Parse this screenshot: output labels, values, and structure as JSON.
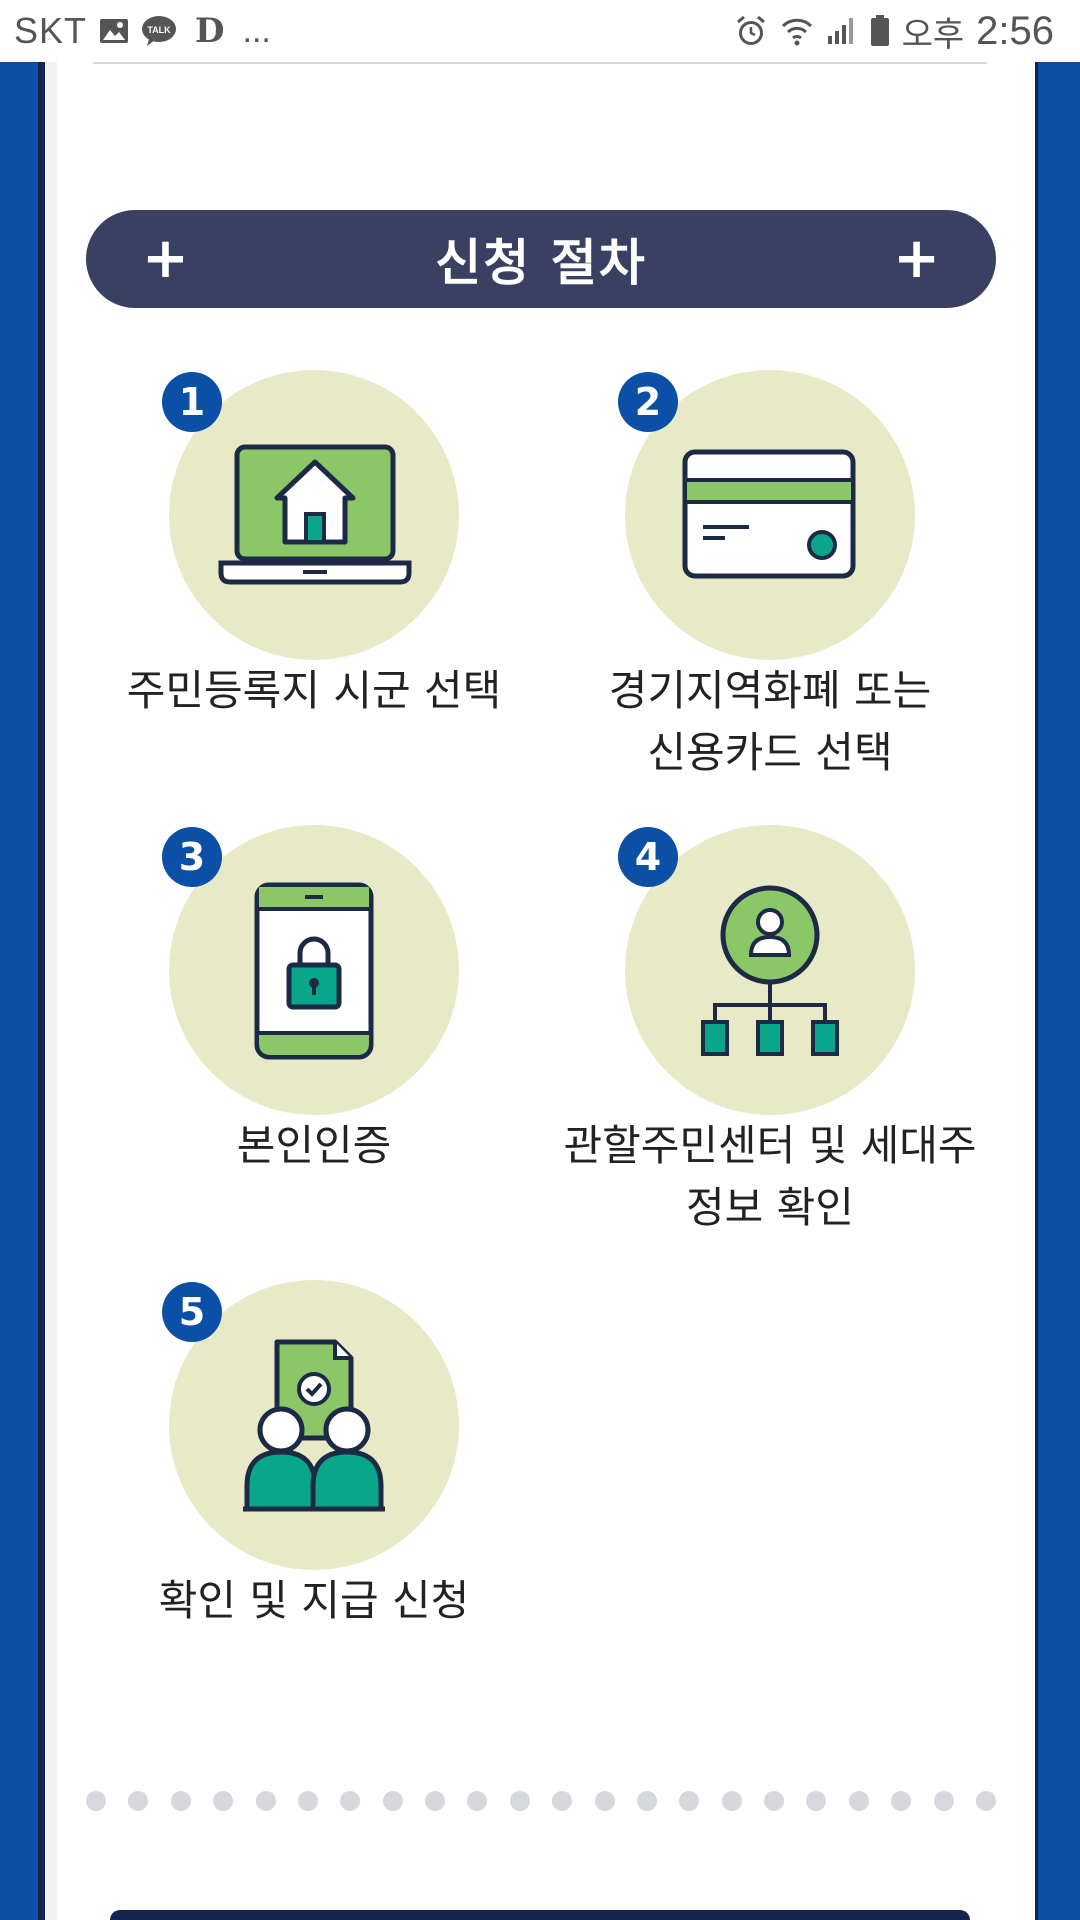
{
  "status_bar": {
    "carrier": "SKT",
    "notification_icons": [
      "image-icon",
      "talk-icon"
    ],
    "talk_label": "TALK",
    "d_label": "D",
    "more": "...",
    "system_icons": [
      "alarm-icon",
      "wifi-icon",
      "signal-icon",
      "battery-icon"
    ],
    "ampm": "오후",
    "time": "2:56"
  },
  "banner": {
    "title": "신청 절차",
    "left_symbol": "+",
    "right_symbol": "+"
  },
  "steps": [
    {
      "number": "1",
      "label_line1": "주민등록지 시군 선택",
      "label_line2": "",
      "icon": "laptop-home-icon"
    },
    {
      "number": "2",
      "label_line1": "경기지역화폐 또는",
      "label_line2": "신용카드 선택",
      "icon": "credit-card-icon"
    },
    {
      "number": "3",
      "label_line1": "본인인증",
      "label_line2": "",
      "icon": "phone-lock-icon"
    },
    {
      "number": "4",
      "label_line1": "관할주민센터 및 세대주",
      "label_line2": "정보 확인",
      "icon": "user-network-icon"
    },
    {
      "number": "5",
      "label_line1": "확인 및 지급 신청",
      "label_line2": "",
      "icon": "people-document-icon"
    }
  ],
  "pagination": {
    "count": 22
  },
  "colors": {
    "brand_blue": "#0b4fa6",
    "banner_navy": "#3a4062",
    "circle_beige": "#e8eac7",
    "icon_green": "#8bc766",
    "icon_teal": "#0aa68b",
    "outline": "#1d2a45"
  }
}
